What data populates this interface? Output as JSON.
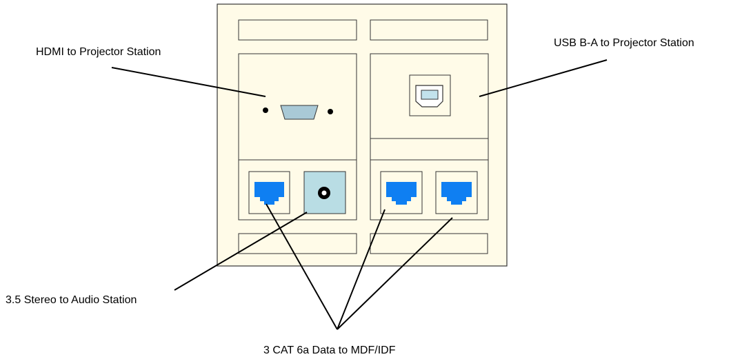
{
  "diagram": {
    "labels": {
      "hdmi": "HDMI to Projector Station",
      "usb": "USB B-A to Projector Station",
      "audio": "3.5 Stereo to Audio Station",
      "data": "3 CAT 6a Data to MDF/IDF"
    },
    "colors": {
      "background": "#ffffff",
      "plate": "#fffbe8",
      "outline": "#333333",
      "leader": "#000000",
      "rj45_jack": "#0f7ff2",
      "hdmi_port": "#a9c9d6",
      "audio_insert": "#b9dde4",
      "usb_insert": "#c2e2ec"
    }
  }
}
